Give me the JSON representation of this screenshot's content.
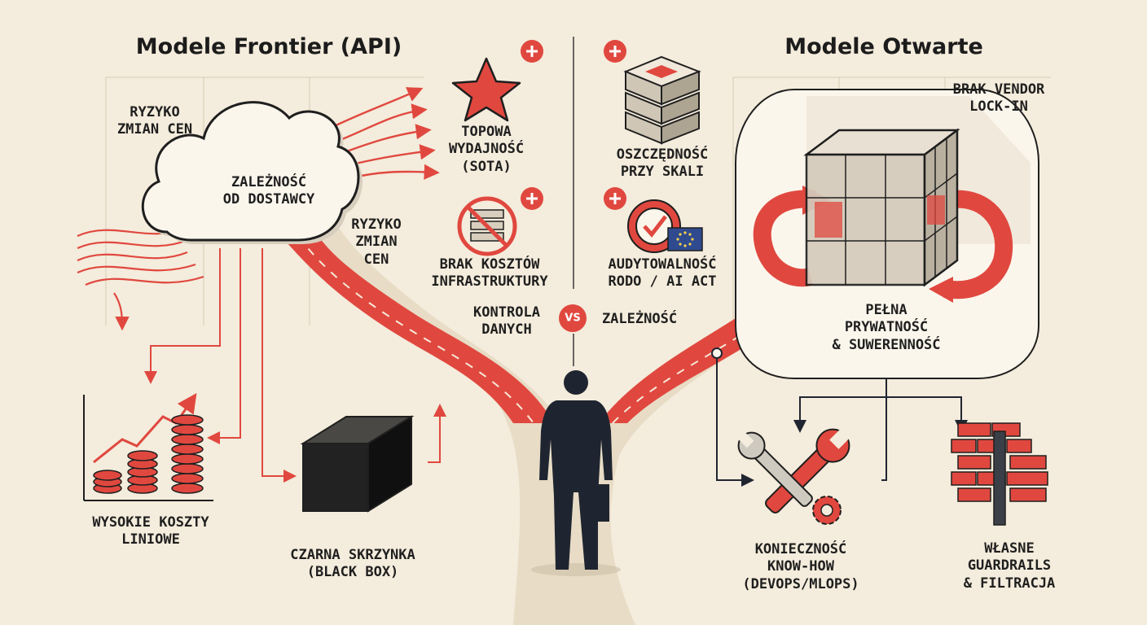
{
  "titles": {
    "left": "Modele Frontier (API)",
    "right": "Modele Otwarte"
  },
  "vs": "VS",
  "left": {
    "cloud": [
      "ZALEŻNOŚĆ",
      "OD DOSTAWCY"
    ],
    "price_risk_top": [
      "RYZYKO",
      "ZMIAN CEN"
    ],
    "price_risk_mid": [
      "RYZYKO",
      "ZMIAN",
      "CEN"
    ],
    "costs": [
      "WYSOKIE KOSZTY",
      "LINIOWE"
    ],
    "black_box": [
      "CZARNA SKRZYNKA",
      "(BLACK BOX)"
    ],
    "top_perf": [
      "TOPOWA",
      "WYDAJNOŚĆ",
      "(SOTA)"
    ],
    "no_infra": [
      "BRAK KOSZTÓW",
      "INFRASTRUKTURY"
    ],
    "data_control": [
      "KONTROLA",
      "DANYCH"
    ]
  },
  "right": {
    "dependency": "ZALEŻNOŚĆ",
    "savings": [
      "OSZCZĘDNOŚĆ",
      "PRZY SKALI"
    ],
    "audit": [
      "AUDYTOWALNOŚĆ",
      "RODO / AI ACT"
    ],
    "vendor": [
      "BRAK VENDOR",
      "LOCK-IN"
    ],
    "privacy": [
      "PEŁNA",
      "PRYWATNOŚĆ",
      "& SUWERENNOŚĆ"
    ],
    "knowhow": [
      "KONIECZNOŚĆ",
      "KNOW-HOW",
      "(DEVOPS/MLOPS)"
    ],
    "guardrails": [
      "WŁASNE",
      "GUARDRAILS",
      "& FILTRACJA"
    ]
  },
  "colors": {
    "accent": "#e0483f",
    "dark": "#1f2530",
    "background": "#f4ecdc"
  },
  "icons": [
    "cloud-icon",
    "star-icon",
    "no-server-icon",
    "server-stack-icon",
    "seal-check-icon",
    "eu-flag-icon",
    "cube-icon",
    "wrench-gear-icon",
    "brick-wall-icon",
    "coin-stacks-icon",
    "black-box-icon",
    "person-icon"
  ]
}
